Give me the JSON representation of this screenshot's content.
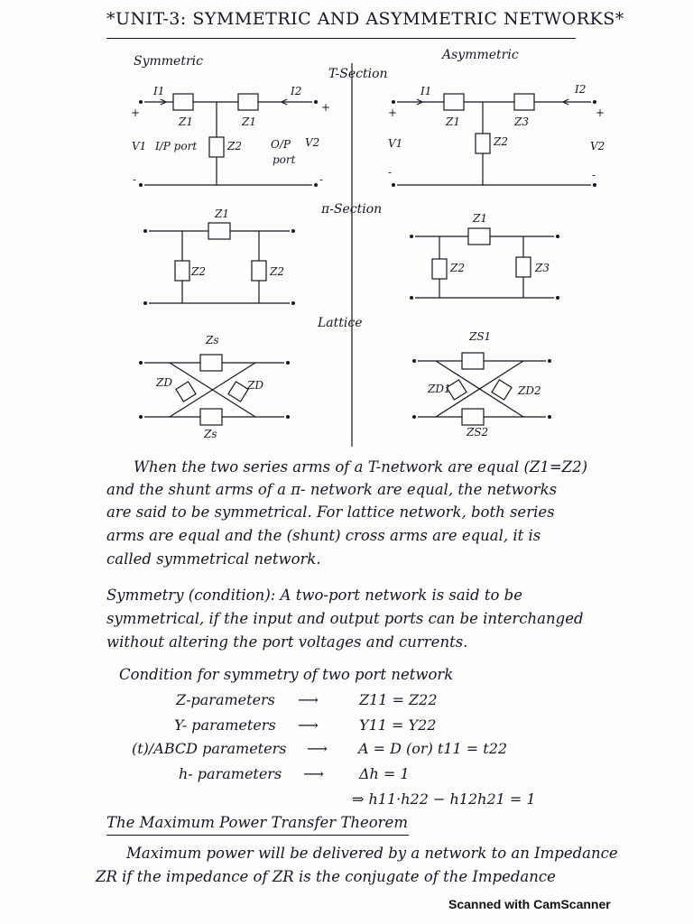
{
  "title": "*UNIT-3: SYMMETRIC AND ASYMMETRIC NETWORKS*",
  "diagrams": {
    "symmetric_heading": "Symmetric",
    "asymmetric_heading": "Asymmetric",
    "t_section_label": "T-Section",
    "pi_section_label": "π-Section",
    "lattice_label": "Lattice",
    "t_sym": {
      "i1": "I1",
      "i2": "I2",
      "z1a": "Z1",
      "z1b": "Z1",
      "z2": "Z2",
      "v1": "V1",
      "v2": "V2",
      "in_port": "I/P port",
      "out_port_1": "O/P",
      "out_port_2": "port",
      "plus": "+",
      "minus": "-"
    },
    "t_asym": {
      "i1": "I1",
      "i2": "I2",
      "z1": "Z1",
      "z3": "Z3",
      "z2": "Z2",
      "v1": "V1",
      "v2": "V2",
      "plus": "+",
      "minus": "-"
    },
    "pi_sym": {
      "z1": "Z1",
      "z2a": "Z2",
      "z2b": "Z2"
    },
    "pi_asym": {
      "z1": "Z1",
      "z2": "Z2",
      "z3": "Z3"
    },
    "lat_sym": {
      "zs_top": "Zs",
      "zs_bottom": "Zs",
      "zd_left": "ZD",
      "zd_right": "ZD"
    },
    "lat_asym": {
      "zs_top": "ZS1",
      "zs_bottom": "ZS2",
      "zd_left": "ZD1",
      "zd_right": "ZD2"
    }
  },
  "paragraph": [
    "When the two series arms of a T-network are equal (Z1=Z2)",
    "and the shunt arms of a π- network are equal, the networks",
    "are said to be symmetrical. For lattice network, both series",
    "arms are equal and the (shunt) cross arms are equal, it is",
    "called symmetrical network."
  ],
  "symmetry": [
    "Symmetry (condition): A two-port network is said to be",
    "symmetrical, if the input and output ports can be interchanged",
    "without altering the port voltages and currents."
  ],
  "condition_heading": "Condition for symmetry of two port network",
  "conditions": [
    {
      "param": "Z-parameters",
      "arrow": "⟶",
      "cond": "Z11 = Z22"
    },
    {
      "param": "Y- parameters",
      "arrow": "⟶",
      "cond": "Y11 = Y22"
    },
    {
      "param": "(t)/ABCD parameters",
      "arrow": "⟶",
      "cond": "A = D  (or)  t11 = t22"
    },
    {
      "param": "h- parameters",
      "arrow": "⟶",
      "cond": "Δh = 1"
    }
  ],
  "h_condition": "⇒ h11·h22 − h12h21 = 1",
  "mpt_heading": "The Maximum Power Transfer Theorem",
  "mpt_lines": [
    "Maximum power will be delivered by a network to an Impedance",
    "ZR if the impedance of ZR is the conjugate of the Impedance"
  ],
  "footer": "Scanned with CamScanner"
}
